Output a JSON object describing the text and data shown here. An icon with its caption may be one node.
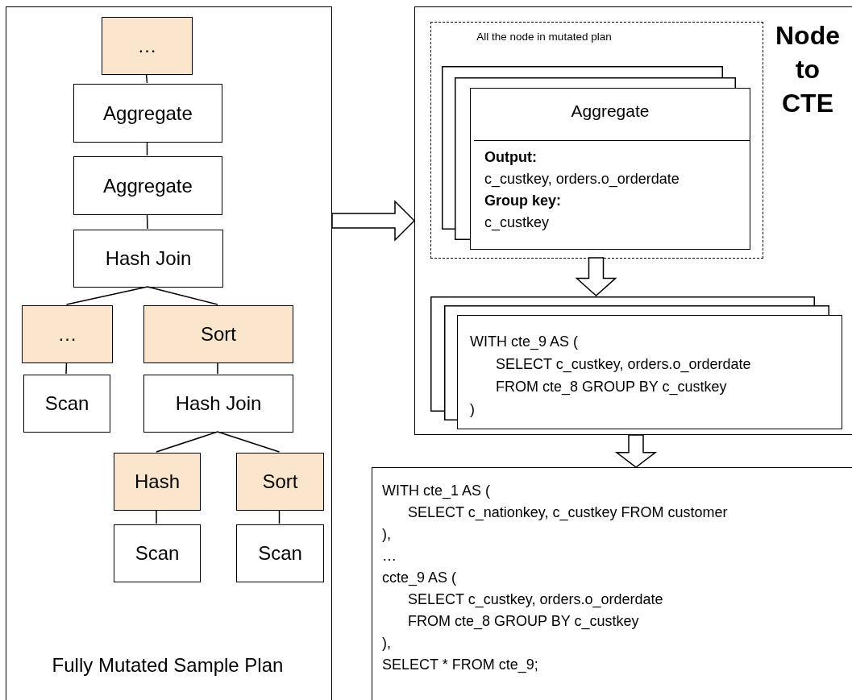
{
  "diagram": {
    "nodes": [
      {
        "text": [
          "Fully Mutated Sample Plan"
        ]
      },
      {
        "text": [
          "…"
        ],
        "in": 0
      },
      {
        "text": [
          "Aggregate"
        ],
        "in": 0
      },
      {
        "text": [
          "Aggregate"
        ],
        "in": 0
      },
      {
        "text": [
          "Hash Join"
        ],
        "in": 0
      },
      {
        "text": [
          "…"
        ],
        "in": 0
      },
      {
        "text": [
          "Sort"
        ],
        "in": 0
      },
      {
        "text": [
          "Scan"
        ],
        "in": 0
      },
      {
        "text": [
          "Hash Join"
        ],
        "in": 0
      },
      {
        "text": [
          "Hash"
        ],
        "in": 0
      },
      {
        "text": [
          "Sort"
        ],
        "in": 0
      },
      {
        "text": [
          "Scan"
        ],
        "in": 0
      },
      {
        "text": [
          "Scan"
        ],
        "in": 0
      },
      {
        "text": [
          "Node to CTE"
        ]
      },
      {
        "text": [
          "All the node in mutated plan"
        ],
        "in": 13
      },
      {
        "text": [],
        "shape": "box",
        "in": 14
      },
      {
        "text": [],
        "shape": "box",
        "in": 14
      },
      {
        "text": [
          "Aggregate",
          "Output:",
          "c_custkey, orders.o_orderdate",
          "Group key:",
          "c_custkey"
        ],
        "in": 14
      },
      {
        "text": [],
        "shape": "box",
        "in": 13
      },
      {
        "text": [],
        "shape": "box",
        "in": 13
      },
      {
        "text": [
          "WITH cte_9 AS (",
          "SELECT c_custkey, orders.o_orderdate",
          "FROM cte_8 GROUP BY c_custkey",
          ")"
        ],
        "in": 13
      },
      {
        "text": [
          "WITH cte_1 AS (",
          "SELECT c_nationkey, c_custkey FROM customer",
          "),",
          "…",
          "ccte_9 AS (",
          "SELECT c_custkey, orders.o_orderdate",
          "FROM cte_8 GROUP BY c_custkey",
          "),",
          "SELECT * FROM cte_9;"
        ]
      }
    ],
    "edges": [
      {
        "from": 1,
        "to": 2,
        "arrow": "none"
      },
      {
        "from": 2,
        "to": 3,
        "arrow": "none"
      },
      {
        "from": 3,
        "to": 4,
        "arrow": "none"
      },
      {
        "from": 4,
        "to": 5,
        "arrow": "none"
      },
      {
        "from": 4,
        "to": 6,
        "arrow": "none"
      },
      {
        "from": 5,
        "to": 7,
        "arrow": "none"
      },
      {
        "from": 6,
        "to": 8,
        "arrow": "none"
      },
      {
        "from": 8,
        "to": 9,
        "arrow": "none"
      },
      {
        "from": 8,
        "to": 10,
        "arrow": "none"
      },
      {
        "from": 9,
        "to": 11,
        "arrow": "none"
      },
      {
        "from": 10,
        "to": 12,
        "arrow": "none"
      },
      {
        "from": 0,
        "to": 13,
        "arrow": "to"
      },
      {
        "from": 14,
        "to": 18,
        "arrow": "to"
      },
      {
        "from": 13,
        "to": 21,
        "arrow": "to"
      }
    ]
  }
}
